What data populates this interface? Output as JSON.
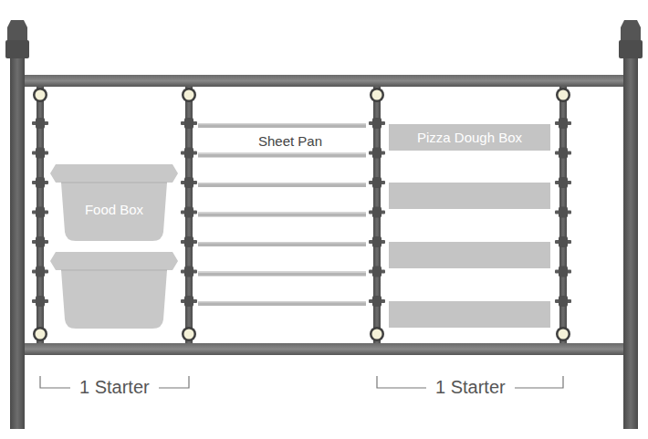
{
  "diagram": {
    "nodes": [
      {
        "text": [
          "Pizza Dough Box"
        ]
      },
      {
        "text": [
          "Food Box"
        ]
      }
    ],
    "labels": [
      "Sheet Pan",
      "1 Starter",
      "1 Starter"
    ]
  }
}
